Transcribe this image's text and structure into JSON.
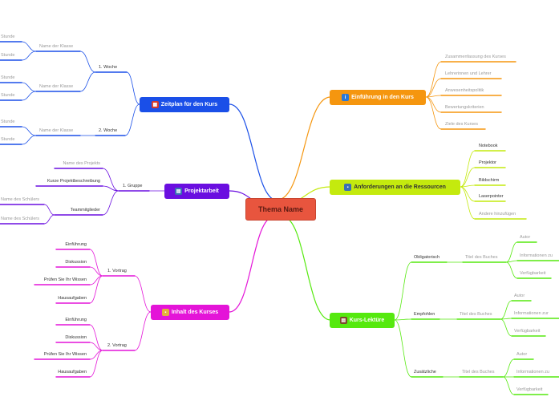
{
  "central": "Thema Name",
  "intro": {
    "title": "Einführung in den Kurs",
    "items": [
      "Zusammenfassung des Kurses",
      "Lehrerinnen und Lehrer",
      "Anwesenheitspolitik",
      "Bewertungskriterien",
      "Ziele des Kurses"
    ]
  },
  "resources": {
    "title": "Anforderungen an die Ressourcen",
    "items": [
      "Notebook",
      "Projektor",
      "Bildschirm",
      "Laserpointer",
      "Andere hinzufügen"
    ]
  },
  "reading": {
    "title": "Kurs-Lektüre",
    "groups": [
      {
        "label": "Obligatorisch",
        "book": "Titel des Buches",
        "items": [
          "Autor",
          "Informationen zu",
          "Verfügbarkeit"
        ]
      },
      {
        "label": "Empfohlen",
        "book": "Titel des Buches",
        "items": [
          "Autor",
          "Informationen zur",
          "Verfügbarkeit"
        ]
      },
      {
        "label": "Zusätzliche",
        "book": "Titel des Buches",
        "items": [
          "Autor",
          "Informationen zu",
          "Verfügbarkeit"
        ]
      }
    ]
  },
  "schedule": {
    "title": "Zeitplan für den Kurs",
    "weeks": [
      {
        "label": "1. Woche",
        "classes": [
          {
            "label": "Name der Klasse",
            "hours": [
              "Stunde",
              "Stunde"
            ]
          },
          {
            "label": "Name der Klasse",
            "hours": [
              "Stunde",
              "Stunde"
            ]
          }
        ]
      },
      {
        "label": "2. Woche",
        "classes": [
          {
            "label": "Name der Klasse",
            "hours": [
              "Stunde",
              "Stunde"
            ]
          }
        ]
      }
    ]
  },
  "project": {
    "title": "Projektarbeit",
    "group": "1. Gruppe",
    "items": [
      "Name des Projekts",
      "Kurze Projektbeschreibung",
      "Teammitglieder"
    ],
    "members": [
      "Name des Schülers",
      "Name des Schülers"
    ]
  },
  "content": {
    "title": "Inhalt des Kurses",
    "talks": [
      {
        "label": "1. Vortrag",
        "items": [
          "Einführung",
          "Diskussion",
          "Prüfen Sie Ihr Wissen",
          "Hausaufgaben"
        ]
      },
      {
        "label": "2. Vortrag",
        "items": [
          "Einführung",
          "Diskussion",
          "Prüfen Sie Ihr Wissen",
          "Hausaufgaben"
        ]
      }
    ]
  },
  "colors": {
    "intro": "#f5960f",
    "resources": "#c4ea0e",
    "reading": "#55e90e",
    "schedule": "#1a4fe8",
    "project": "#6a0ee0",
    "content": "#e414d8",
    "central": "#e8553e"
  },
  "icons": {
    "intro": "info-icon",
    "resources": "monitor-icon",
    "reading": "books-icon",
    "schedule": "calendar-icon",
    "project": "clipboard-icon",
    "content": "folder-icon"
  }
}
